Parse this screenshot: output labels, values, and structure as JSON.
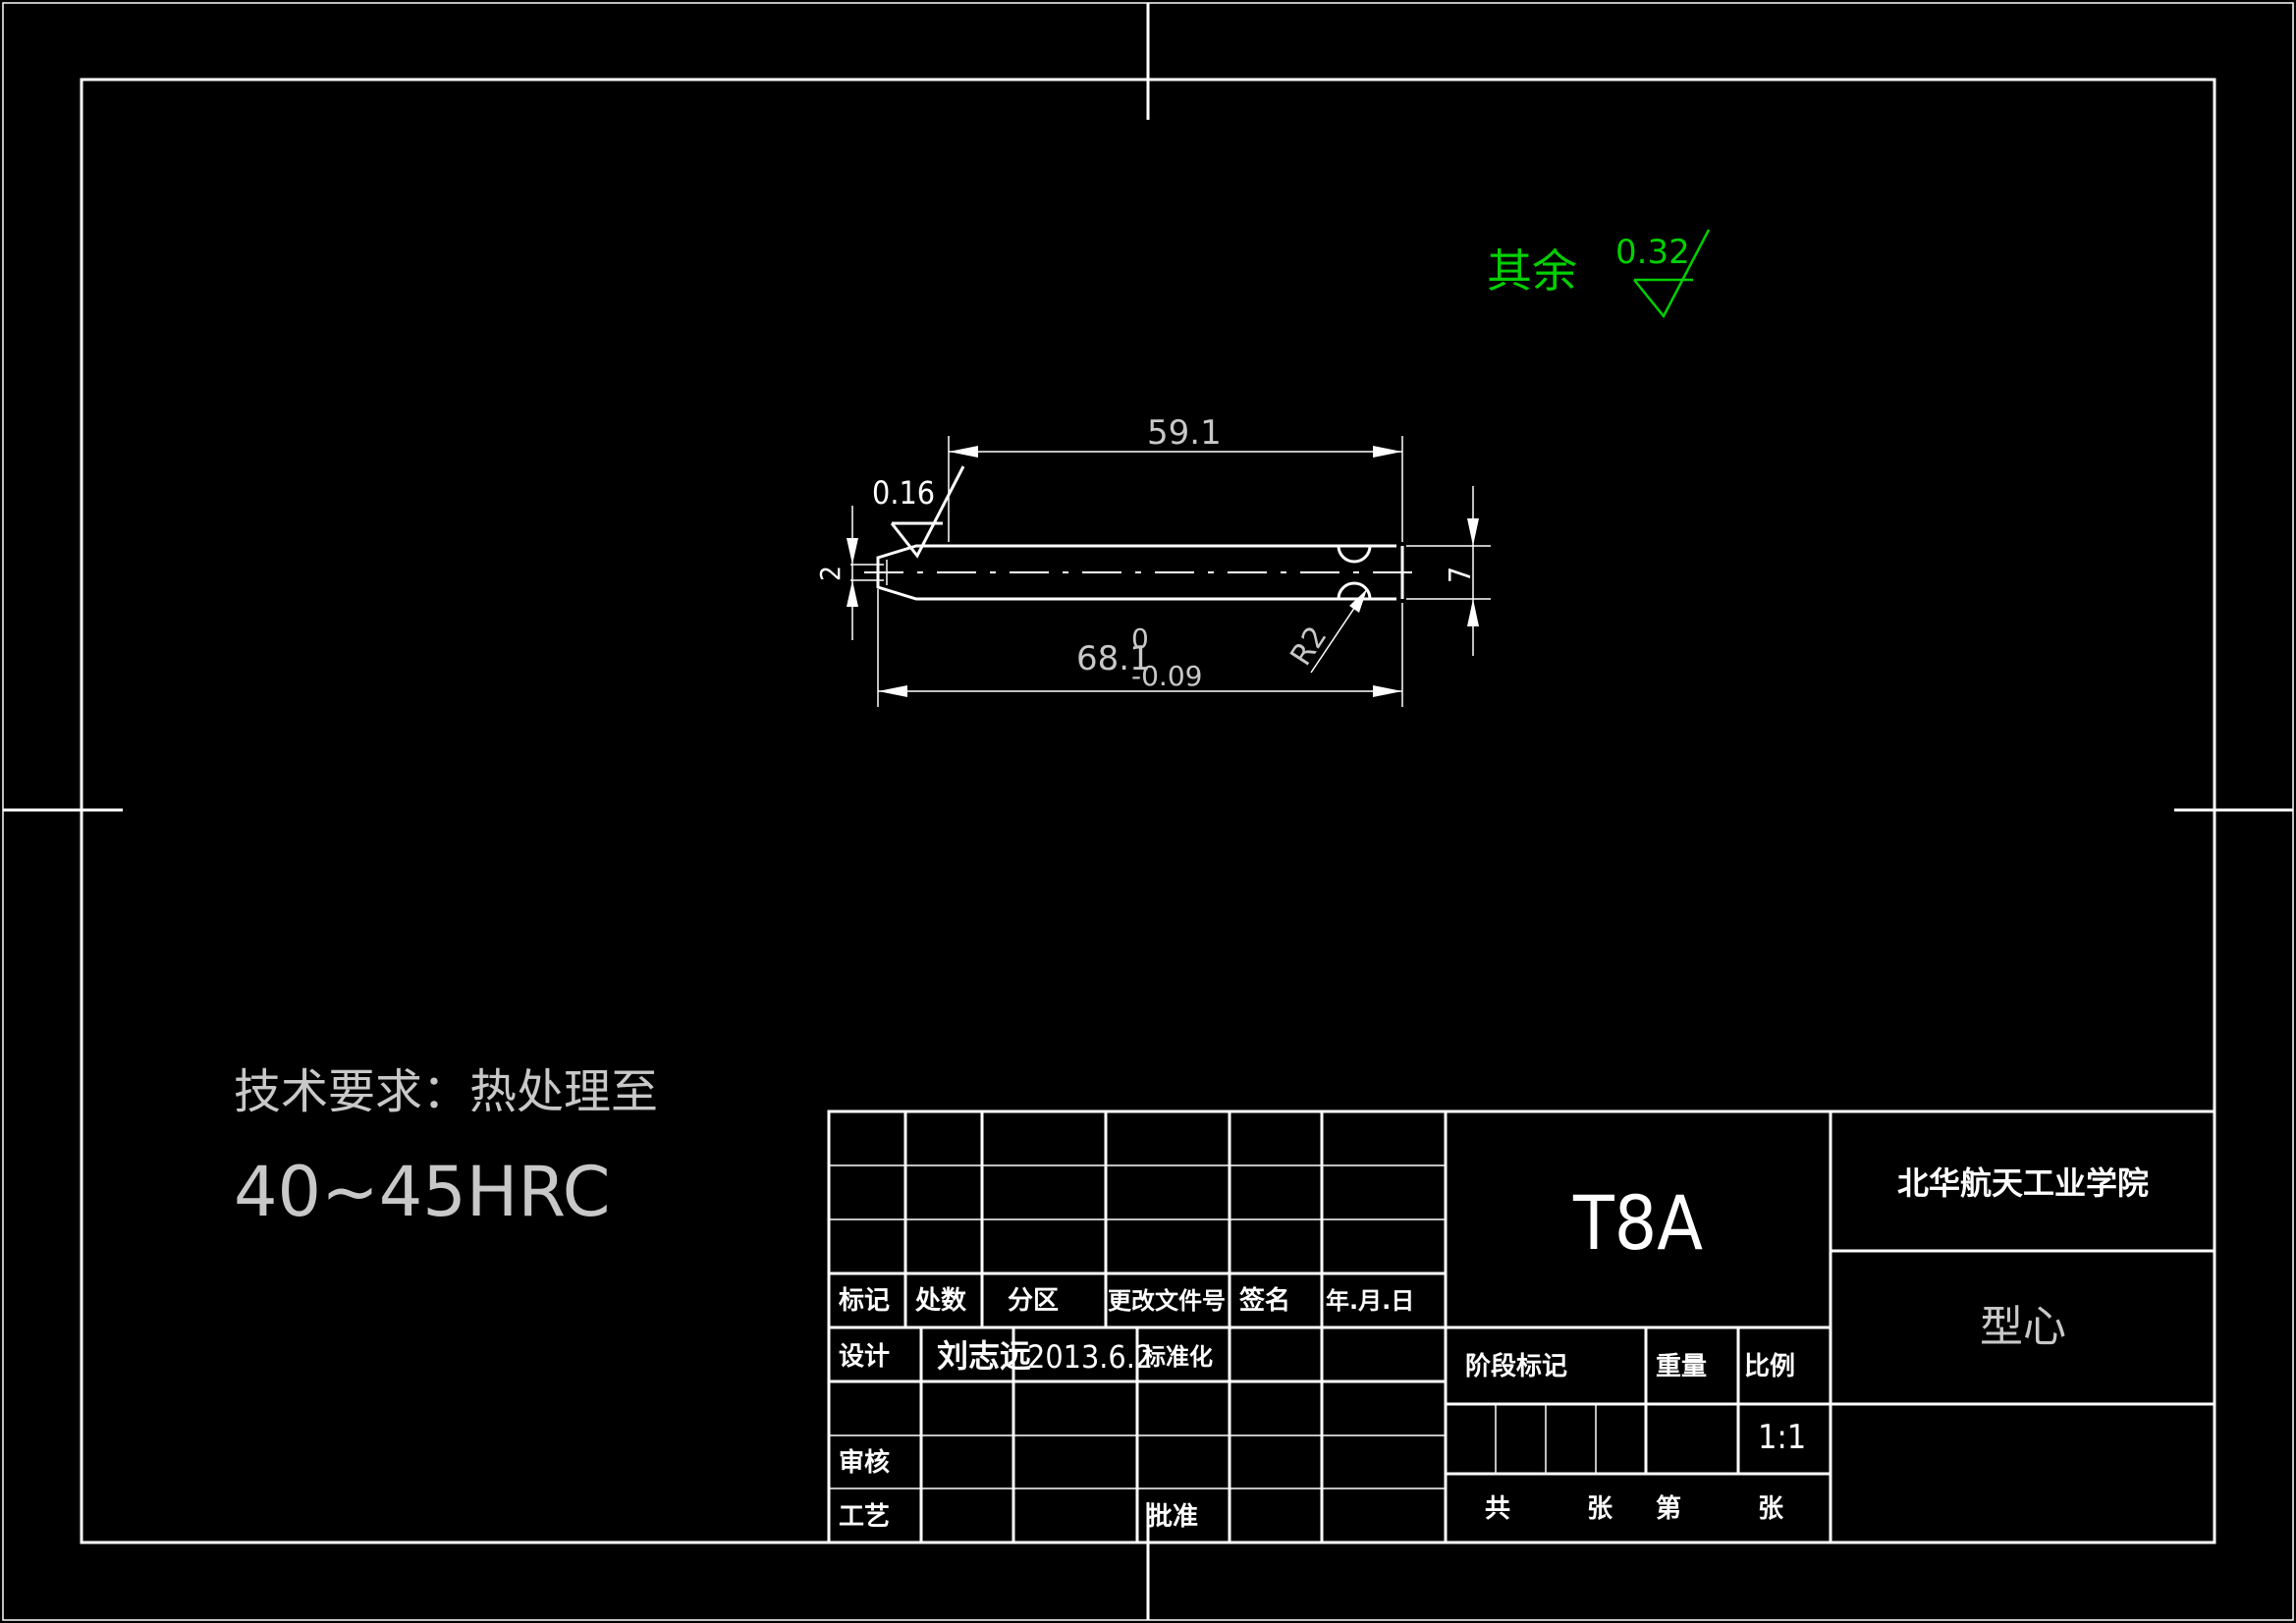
{
  "surface_note": {
    "label": "其余",
    "roughness": "0.32",
    "color": "#00d000"
  },
  "part": {
    "roughness_left": "0.16",
    "dim_top": "59.1",
    "dim_bottom": "68.1",
    "tol_upper": "0",
    "tol_lower": "-0.09",
    "dim_left": "2",
    "dim_right": "7",
    "radius": "R2"
  },
  "tech_req": {
    "line1": "技术要求：热处理至",
    "line2": "40~45HRC"
  },
  "title_block": {
    "material": "T8A",
    "institution": "北华航天工业学院",
    "part_name": "型心",
    "scale": "1:1",
    "headers": [
      "标记",
      "处数",
      "分区",
      "更改文件号",
      "签名",
      "年.月.日"
    ],
    "design_label": "设计",
    "designer": "刘志远",
    "design_date": "2013.6.2",
    "standardize_label": "标准化",
    "review_label": "审核",
    "process_label": "工艺",
    "approve_label": "批准",
    "stage_label": "阶段标记",
    "weight_label": "重量",
    "ratio_label": "比例",
    "sheets_total": "共",
    "sheets_unit1": "张",
    "sheets_no": "第",
    "sheets_unit2": "张"
  }
}
